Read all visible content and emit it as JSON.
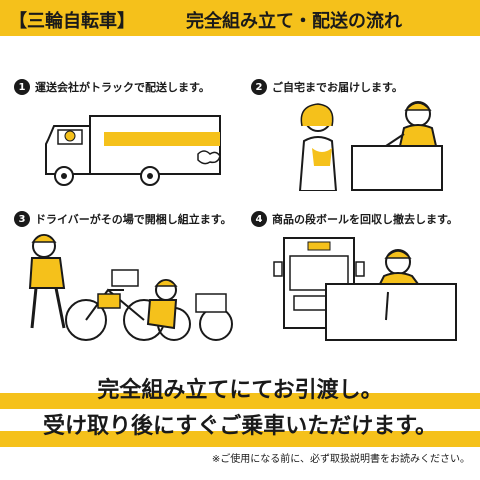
{
  "header": {
    "title": "【三輪自転車】",
    "subtitle": "完全組み立て・配送の流れ"
  },
  "steps": [
    {
      "number": "1",
      "text": "運送会社がトラックで配送します。"
    },
    {
      "number": "2",
      "text": "ご自宅までお届けします。"
    },
    {
      "number": "3",
      "text": "ドライバーがその場で開梱し組立ます。"
    },
    {
      "number": "4",
      "text": "商品の段ボールを回収し撤去します。"
    }
  ],
  "footer": {
    "line1": "完全組み立てにてお引渡し。",
    "line2": "受け取り後にすぐご乗車いただけます。",
    "note": "※ご使用になる前に、必ず取扱説明書をお読みください。"
  },
  "colors": {
    "accent": "#f5c11b",
    "text": "#1a1a1a",
    "background": "#ffffff"
  }
}
